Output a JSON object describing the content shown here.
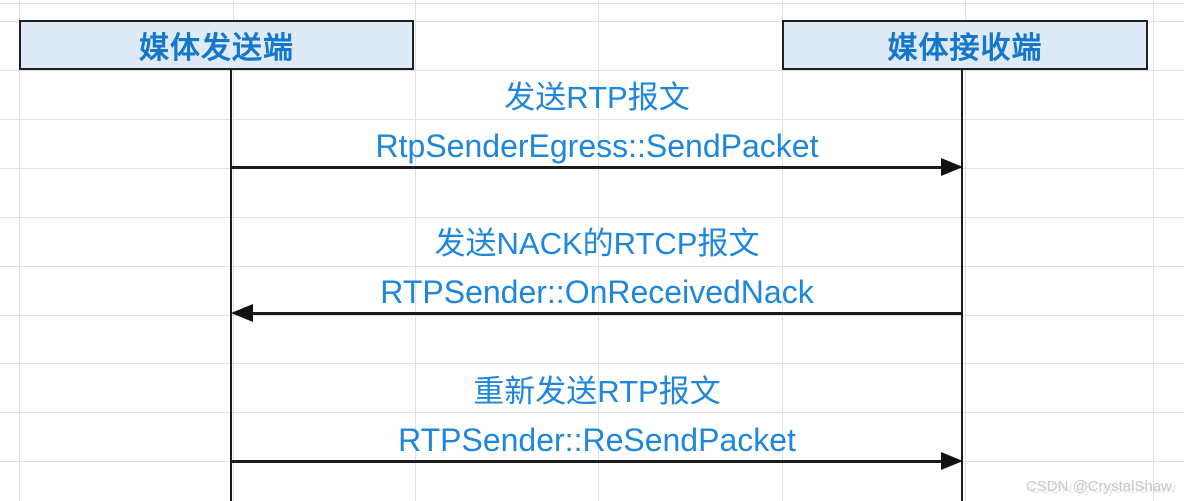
{
  "participants": [
    {
      "label": "媒体发送端"
    },
    {
      "label": "媒体接收端"
    }
  ],
  "messages": [
    {
      "title": "发送RTP报文",
      "code": "RtpSenderEgress::SendPacket",
      "direction": "sender-to-receiver"
    },
    {
      "title": "发送NACK的RTCP报文",
      "code": "RTPSender::OnReceivedNack",
      "direction": "receiver-to-sender"
    },
    {
      "title": "重新发送RTP报文",
      "code": "RTPSender::ReSendPacket",
      "direction": "sender-to-receiver"
    }
  ],
  "watermark": "CSDN @CrystalShaw",
  "colors": {
    "participant_box_fill": "#deeaf6",
    "participant_box_border": "#1f1f1f",
    "participant_text": "#1577c9",
    "message_text": "#1e86dc",
    "arrow_line": "#1c1c1c",
    "gridline": "#e0e0e0",
    "watermark_text": "#c9c9c9"
  }
}
